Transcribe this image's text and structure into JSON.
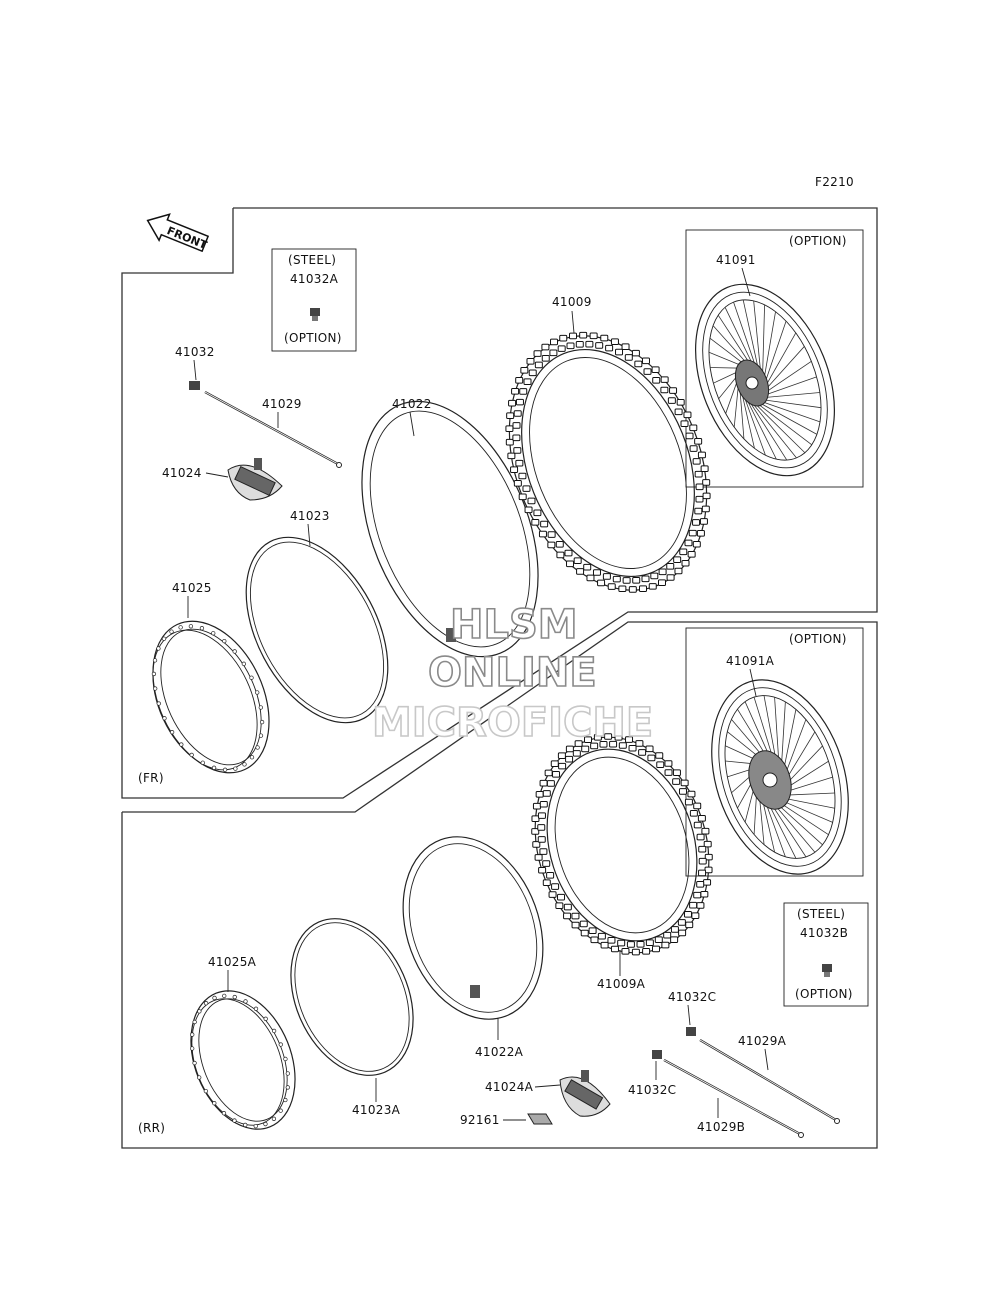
{
  "figure_id": "F2210",
  "front_arrow_label": "FRONT",
  "sections": {
    "front": "(FR)",
    "rear": "(RR)"
  },
  "boxes": {
    "steel_front": {
      "top": "(STEEL)",
      "part": "41032A",
      "bottom": "(OPTION)"
    },
    "option_front_wheel": {
      "note": "(OPTION)",
      "part": "41091"
    },
    "option_rear_wheel": {
      "note": "(OPTION)",
      "part": "41091A"
    },
    "steel_rear": {
      "top": "(STEEL)",
      "part": "41032B",
      "bottom": "(OPTION)"
    }
  },
  "parts_front": {
    "nipple": "41032",
    "spoke": "41029",
    "tube_band": "41022",
    "tire": "41009",
    "rim_lock": "41024",
    "rim_band": "41023",
    "rim": "41025"
  },
  "parts_rear": {
    "rim": "41025A",
    "rim_band": "41023A",
    "tube": "41022A",
    "tire": "41009A",
    "rim_lock": "41024A",
    "nut": "92161",
    "nipple_upper": "41032C",
    "nipple_lower": "41032C",
    "spoke_upper": "41029A",
    "spoke_lower": "41029B"
  },
  "watermark": {
    "line1": "HLSM",
    "line2": "ONLINE",
    "line3": "MICROFICHE"
  }
}
